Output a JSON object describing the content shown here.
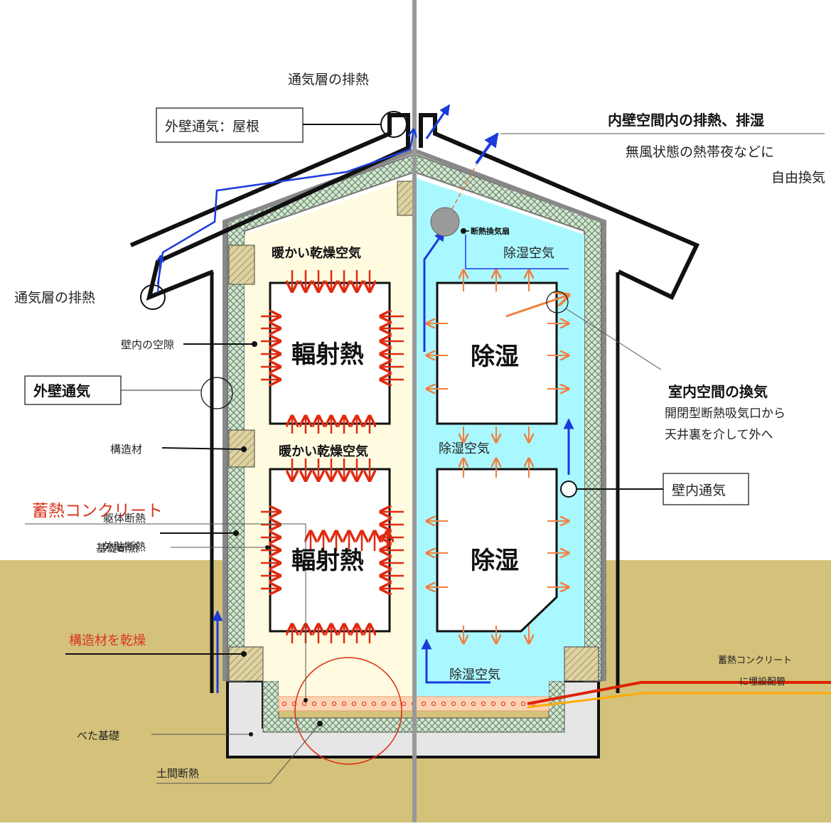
{
  "labels": {
    "vent_exhaust_top": "通気層の排熱",
    "outer_vent_roof": "外壁通気：屋根",
    "inner_exhaust_title": "内壁空間内の排熱、排湿",
    "inner_exhaust_sub1": "無風状態の熱帯夜などに",
    "inner_exhaust_sub2": "自由換気",
    "vent_exhaust_left": "通気層の排熱",
    "wall_gap": "壁内の空隙",
    "outer_vent": "外壁通気",
    "structure": "構造材",
    "body_insulation": "躯体断熱",
    "outer_insulation": "外貼断熱",
    "dry_structure": "構造材を乾燥",
    "heat_concrete": "蓄熱コンクリート",
    "foundation_insulation": "基礎断熱",
    "slab_foundation": "べた基礎",
    "earth_floor_insulation": "土間断熱",
    "warm_dry_air_1": "暖かい乾燥空気",
    "warm_dry_air_2": "暖かい乾燥空気",
    "radiant_heat_1": "輻射熱",
    "radiant_heat_2": "輻射熱",
    "insulated_fan": "断熱換気扇",
    "dehum_air_1": "除湿空気",
    "dehum_air_2": "除湿空気",
    "dehum_air_3": "除湿空気",
    "dehum_1": "除湿",
    "dehum_2": "除湿",
    "room_vent_title": "室内空間の換気",
    "room_vent_sub1": "開閉型断熱吸気口から",
    "room_vent_sub2": "天井裏を介して外へ",
    "wall_vent": "壁内通気",
    "pipe_note1": "蓄熱コンクリート",
    "pipe_note2": "に埋設配管"
  },
  "colors": {
    "warm_fill": "#fffbe0",
    "cool_fill": "#aaf8ff",
    "insulation": "#cfe8cf",
    "ground": "#d4c17a",
    "concrete": "#e6e6e6",
    "heat_arrow": "#e02a10",
    "dehum_arrow": "#f08040",
    "air_arrow": "#1a3bdc",
    "slab": "#fbd3b5",
    "pipe_red": "#dd2200",
    "pipe_yellow": "#ffaa00"
  }
}
